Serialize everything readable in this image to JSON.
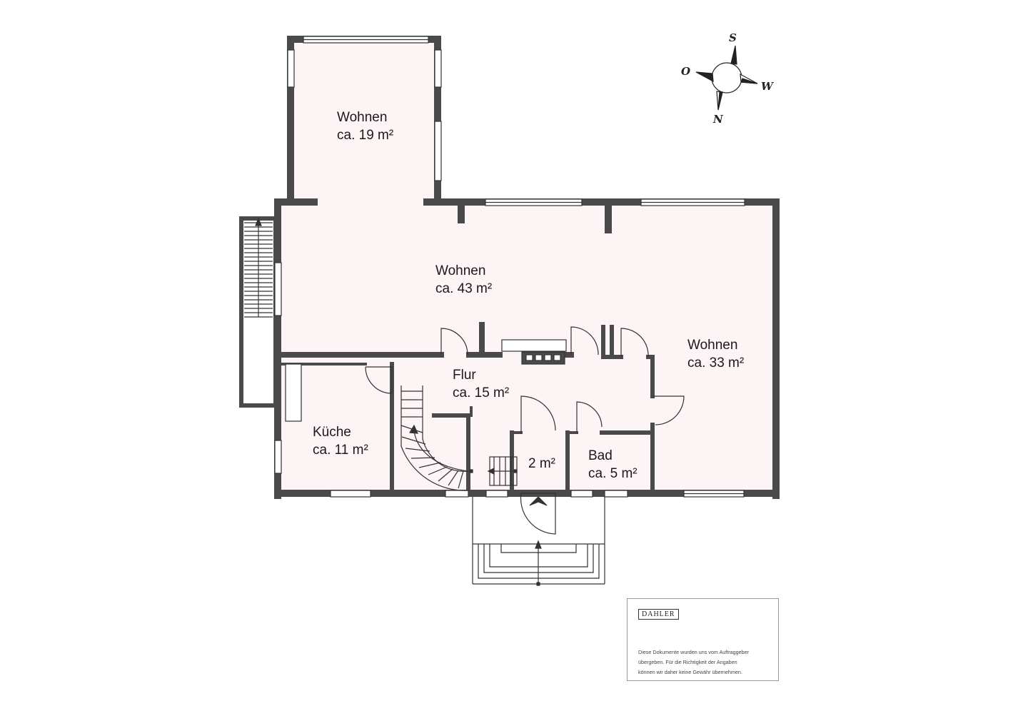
{
  "rooms": [
    {
      "id": "wohnen-nord",
      "name": "Wohnen",
      "area": "ca. 19 m²"
    },
    {
      "id": "wohnen-mitte",
      "name": "Wohnen",
      "area": "ca. 43 m²"
    },
    {
      "id": "wohnen-ost",
      "name": "Wohnen",
      "area": "ca. 33 m²"
    },
    {
      "id": "flur",
      "name": "Flur",
      "area": "ca. 15 m²"
    },
    {
      "id": "kueche",
      "name": "Küche",
      "area": "ca. 11 m²"
    },
    {
      "id": "windfang",
      "name": "",
      "area": "2 m²"
    },
    {
      "id": "bad",
      "name": "Bad",
      "area": "ca. 5 m²"
    }
  ],
  "compass": {
    "s": "S",
    "o": "O",
    "w": "W",
    "n": "N"
  },
  "disclaimer": {
    "brand": "DAHLER",
    "lines": [
      "Diese Dokumente wurden uns vom Auftraggeber",
      "übergeben. Für die Richtigkeit der Angaben",
      "können wir daher keine Gewähr übernehmen."
    ]
  },
  "colors": {
    "wall": "#4a4a4a",
    "floor": "#fcf4f5",
    "line": "#333333"
  }
}
